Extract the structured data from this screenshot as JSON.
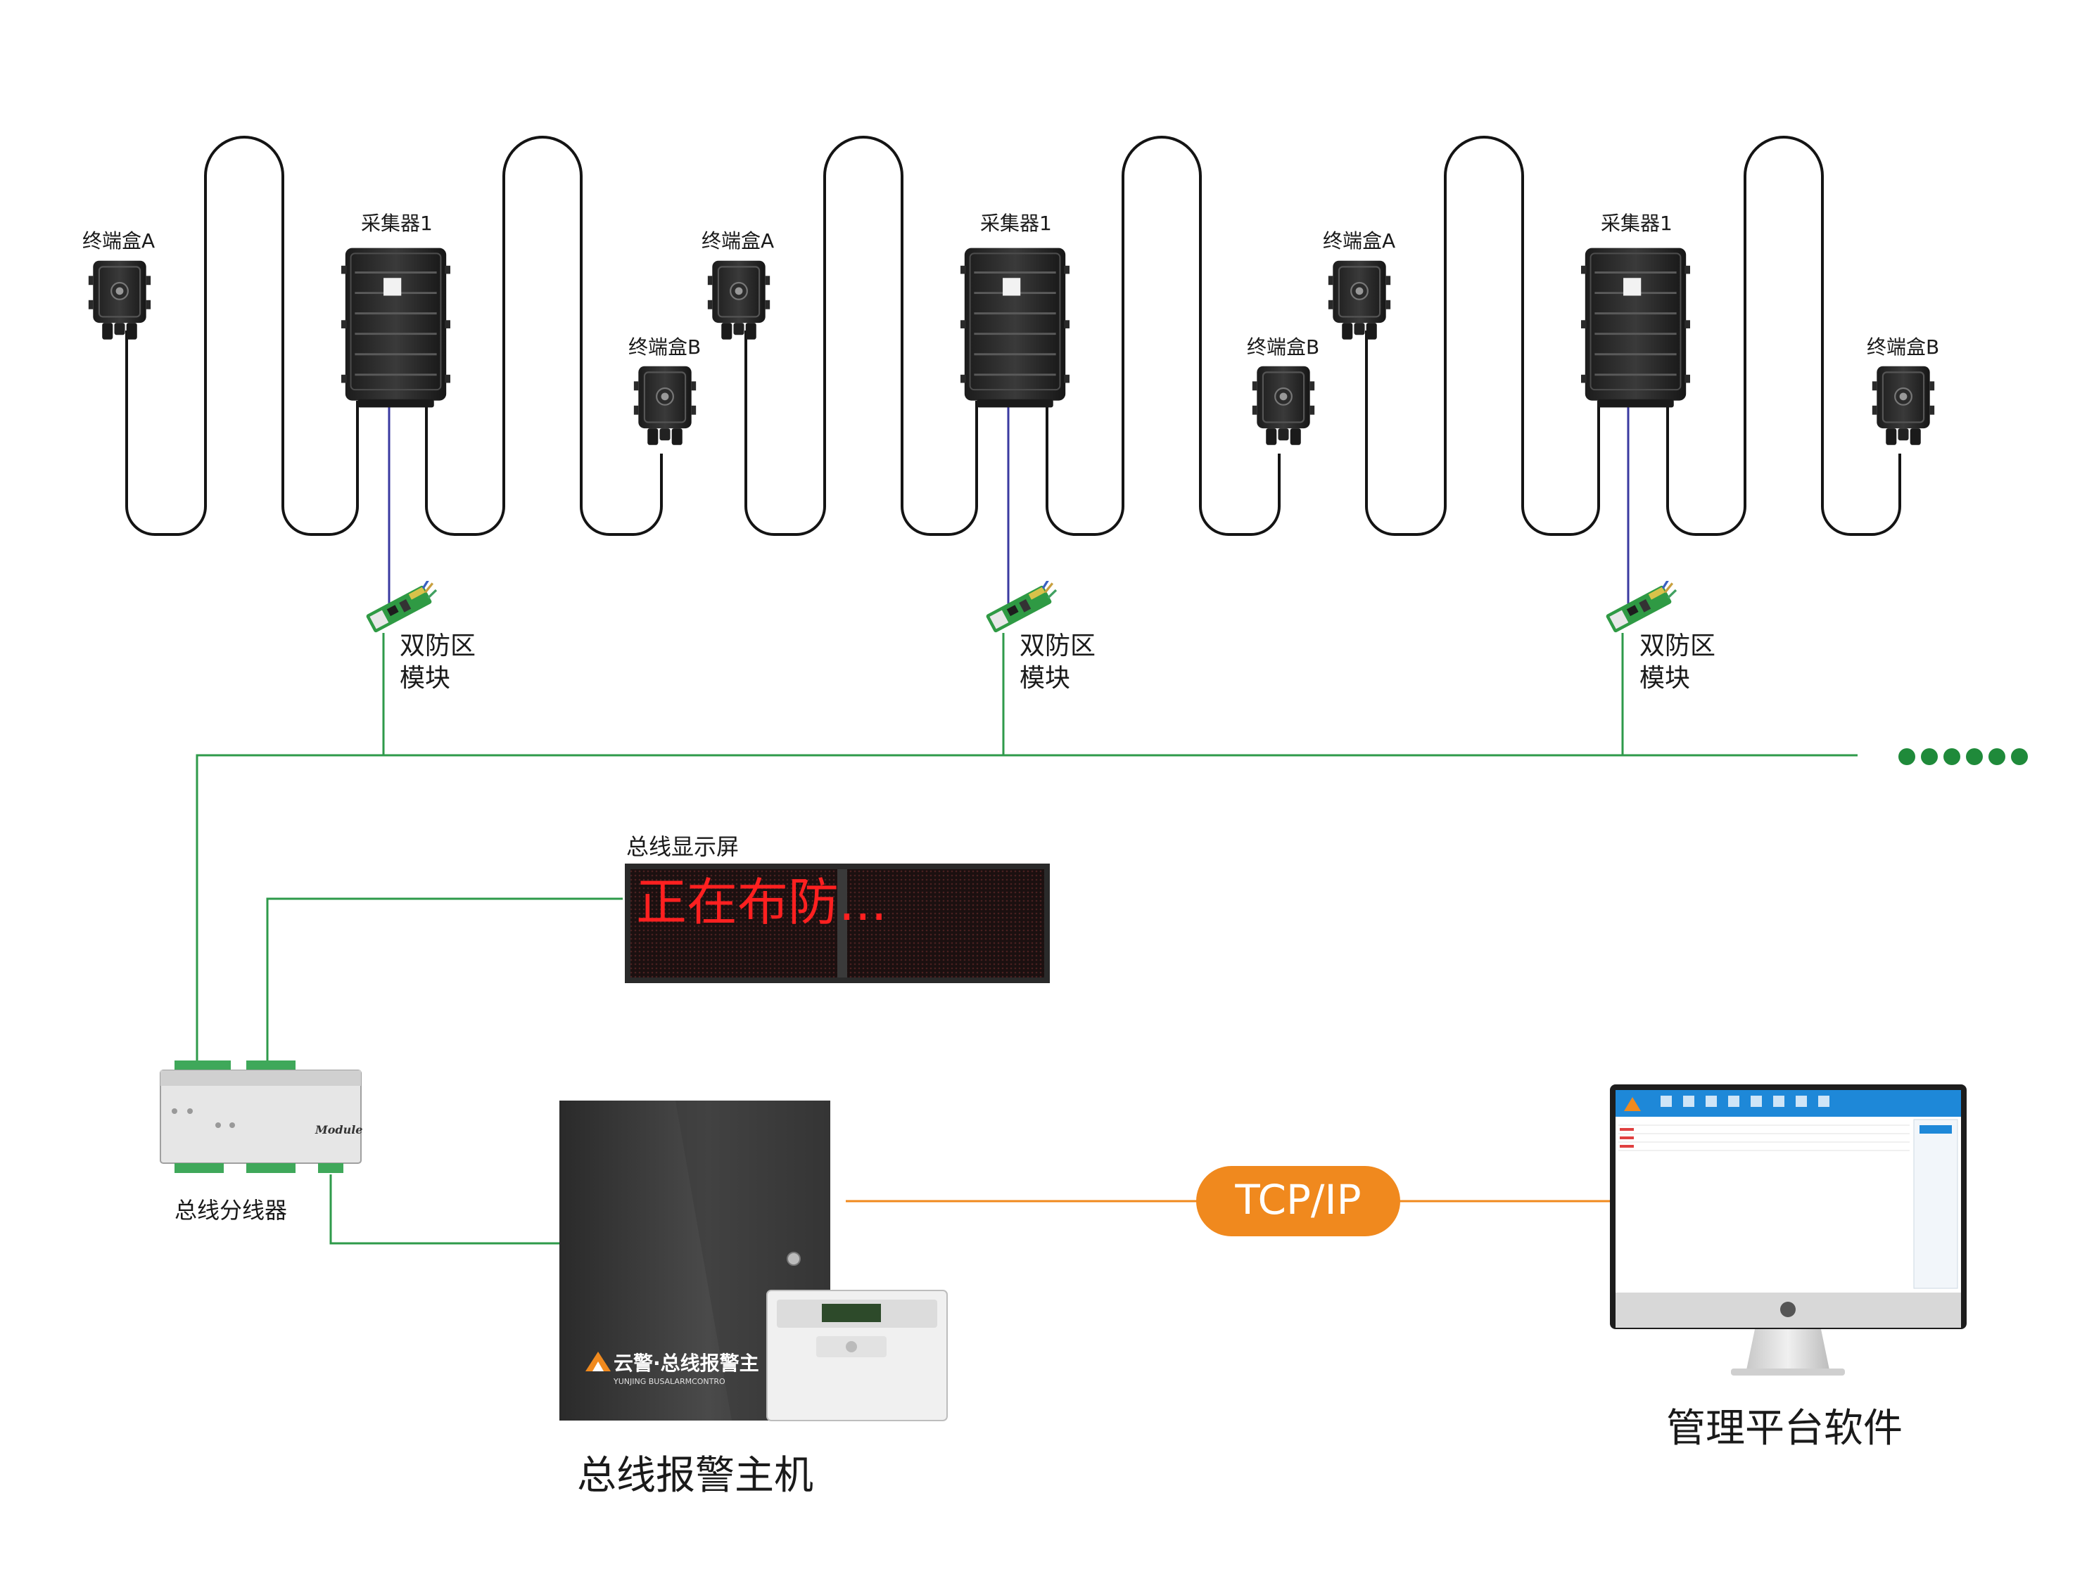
{
  "labels": {
    "terminal_a": "终端盒A",
    "terminal_b": "终端盒B",
    "collector": "采集器1",
    "zone_module_line1": "双防区",
    "zone_module_line2": "模块",
    "bus_display_title": "总线显示屏",
    "bus_display_text": "正在布防...",
    "bus_splitter": "总线分线器",
    "splitter_brand": "Module",
    "alarm_host": "总线报警主机",
    "host_brand_cn": "云警·总线报警主",
    "host_brand_en": "YUNJING BUSALARMCONTRO",
    "protocol": "TCP/IP",
    "platform": "管理平台软件"
  },
  "colors": {
    "bus_line": "#2e9a4a",
    "sensor_cable": "#141414",
    "signal_line": "#3a3aa0",
    "network_line": "#f08a1e",
    "protocol_badge": "#f0891e",
    "display_text": "#ff2020",
    "continuation_dots": "#1f8a3a"
  },
  "icons": {
    "terminal_box": "junction-box-icon",
    "collector": "collector-enclosure-icon",
    "zone_module": "circuit-board-icon",
    "splitter": "din-rail-module-icon",
    "host": "alarm-panel-icon",
    "keypad": "keypad-icon",
    "monitor": "monitor-icon"
  }
}
